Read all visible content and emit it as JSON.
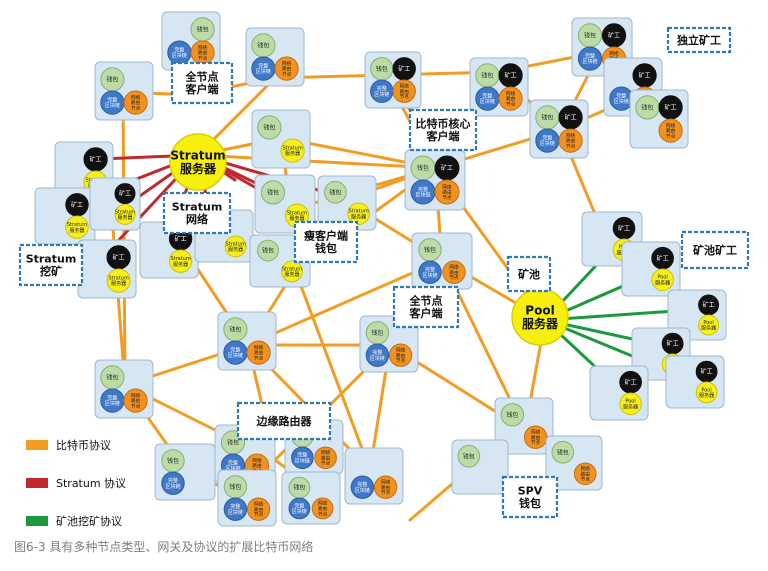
{
  "labels": {
    "full_node_client_top": "全节点\n客户端",
    "stratum_server": "Stratum\n服务器",
    "stratum_network": "Stratum\n网络",
    "stratum_mining": "Stratum\n挖矿",
    "thin_client_wallet": "瘦客户端\n钱包",
    "bitcoin_core_client": "比特币核心\n客户端",
    "solo_miner": "独立矿工",
    "pool_miner": "矿池矿工",
    "mining_pool": "矿池",
    "pool_server": "Pool\n服务器",
    "full_node_client_mid": "全节点\n客户端",
    "edge_router": "边缘路由器",
    "spv_wallet": "SPV\n钱包"
  },
  "node_parts": {
    "wallet": "钱包",
    "miner": "矿工",
    "full_blockchain": "完整\n区块链",
    "network_routing": "网络\n路由\n节点",
    "stratum_server": "Stratum\n服务器",
    "pool_server": "Pool\n服务器"
  },
  "legend": [
    {
      "label": "比特币协议",
      "color": "#f39c24"
    },
    {
      "label": "Stratum 协议",
      "color": "#c0282d"
    },
    {
      "label": "矿池挖矿协议",
      "color": "#1a9a3c"
    }
  ],
  "caption": "图6-3 具有多种节点类型、网关及协议的扩展比特币网络"
}
